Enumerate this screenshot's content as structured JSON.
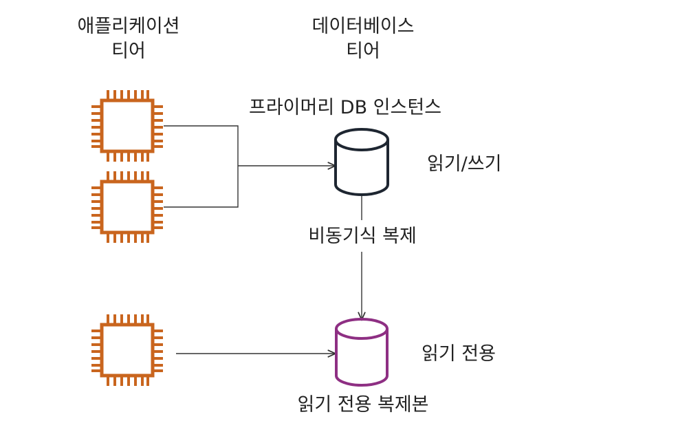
{
  "columns": {
    "app_tier": {
      "line1": "애플리케이션",
      "line2": "티어"
    },
    "db_tier": {
      "line1": "데이터베이스",
      "line2": "티어"
    }
  },
  "labels": {
    "primary_instance": "프라이머리 DB 인스턴스",
    "read_write": "읽기/쓰기",
    "async_replication": "비동기식 복제",
    "read_only": "읽기 전용",
    "read_replica": "읽기 전용 복제본"
  },
  "colors": {
    "instance": "#C9651E",
    "primary_db": "#1E2631",
    "replica_db": "#8E2F83",
    "connector": "#333333"
  },
  "icons": {
    "app_instance": "ec2-chip-icon",
    "primary_database": "database-cylinder-icon",
    "replica_database": "database-cylinder-icon"
  }
}
